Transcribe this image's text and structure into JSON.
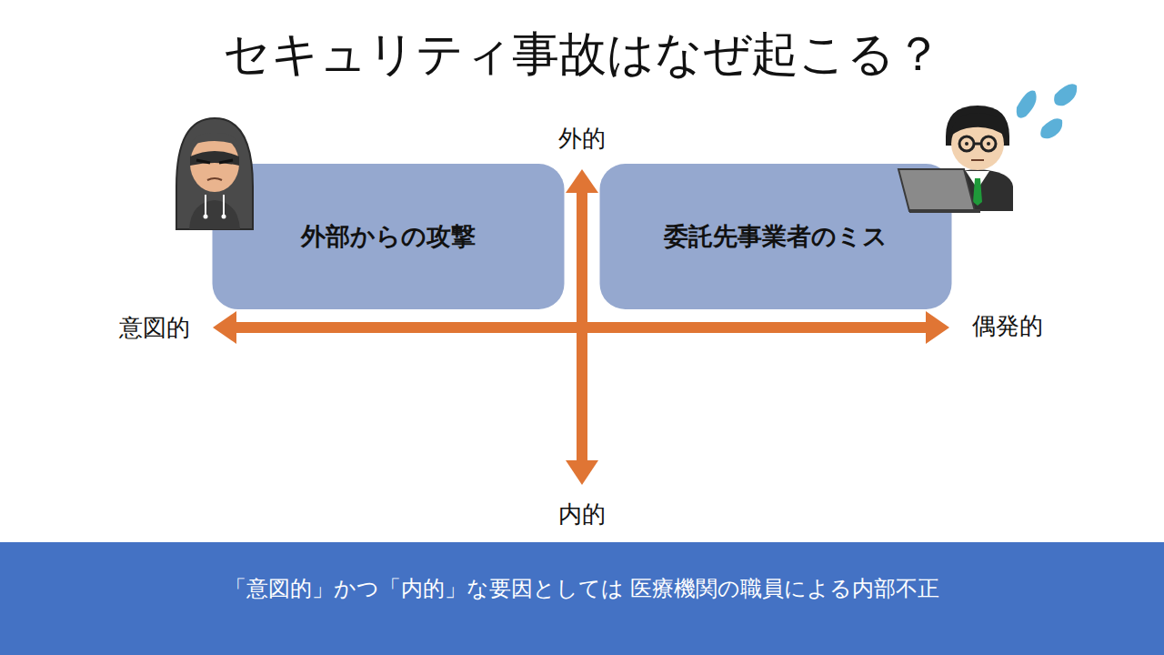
{
  "diagram": {
    "title": "セキュリティ事故はなぜ起こる？",
    "caption": "「意図的」かつ「内的」な要因としては 医療機関の職員による内部不正",
    "nodes": [
      {
        "text": [
          "外部からの攻撃"
        ]
      },
      {
        "text": [
          "委託先事業者のミス"
        ]
      }
    ],
    "labels": [
      "外的",
      "意図的",
      "偶発的",
      "内的"
    ]
  }
}
